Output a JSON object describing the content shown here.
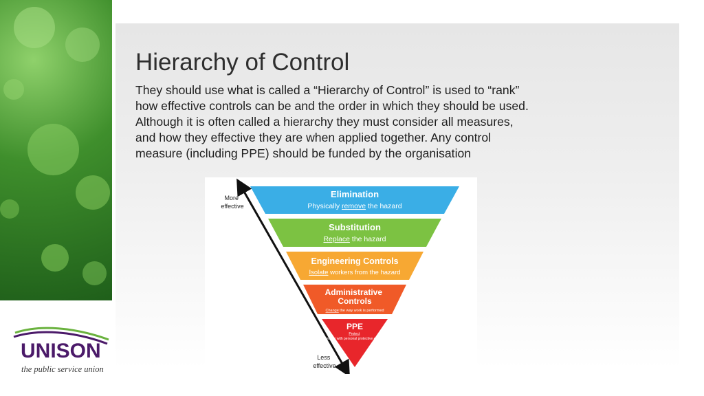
{
  "slide": {
    "title": "Hierarchy of Control",
    "body_lines": [
      "They should use what is called a “Hierarchy of Control” is used to “rank”",
      "how effective controls can be and the order in which they should be used.",
      "Although it is often called a hierarchy they must consider all measures,",
      "and how they effective they are when applied together. Any control",
      "measure (including PPE) should be funded by the organisation"
    ]
  },
  "diagram": {
    "top_label_lines": [
      "More",
      "effective"
    ],
    "bottom_label_lines": [
      "Less",
      "effective"
    ],
    "levels": [
      {
        "title_lines": [
          "Elimination"
        ],
        "sub_pre": "Physically ",
        "sub_link": "remove",
        "sub_post": " the hazard",
        "color": "#3aaee6"
      },
      {
        "title_lines": [
          "Substitution"
        ],
        "sub_pre": "",
        "sub_link": "Replace",
        "sub_post": " the hazard",
        "color": "#7cc242"
      },
      {
        "title_lines": [
          "Engineering Controls"
        ],
        "sub_pre": "",
        "sub_link": "Isolate",
        "sub_post": " workers from the hazard",
        "color": "#f7a833"
      },
      {
        "title_lines": [
          "Administrative",
          "Controls"
        ],
        "sub_pre": "",
        "sub_link": "Change",
        "sub_post": " the way work is performed",
        "color": "#f05a28"
      },
      {
        "title_lines": [
          "PPE"
        ],
        "sub_pre": "",
        "sub_link": "Protect",
        "sub_post": " the worker with personal protective equipment",
        "color": "#e8262b"
      }
    ]
  },
  "logo": {
    "wordmark": "UNISON",
    "tagline": "the public service union",
    "color": "#4b1a69",
    "accent": "#6ab23e"
  }
}
